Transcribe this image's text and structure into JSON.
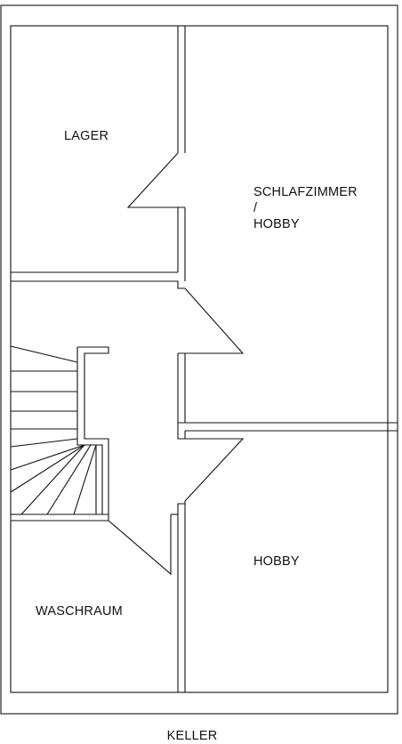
{
  "plan": {
    "rooms": [
      {
        "id": "lager",
        "label": "LAGER"
      },
      {
        "id": "schlafzimmer",
        "label": "SCHLAFZIMMER"
      },
      {
        "id": "slash",
        "label": "/"
      },
      {
        "id": "hobby-upper",
        "label": "HOBBY"
      },
      {
        "id": "hobby-lower",
        "label": "HOBBY"
      },
      {
        "id": "waschraum",
        "label": "WASCHRAUM"
      }
    ],
    "floor_label": "KELLER"
  }
}
